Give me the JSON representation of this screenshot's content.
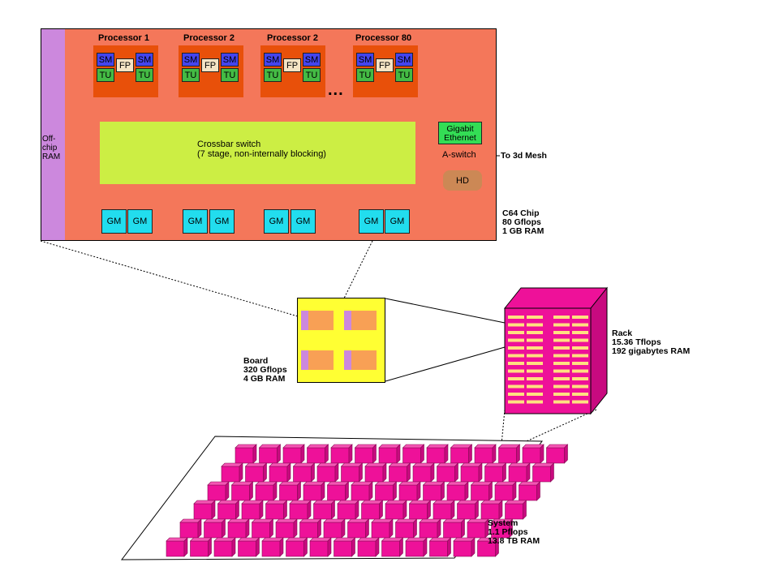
{
  "chip": {
    "offchip_ram": [
      "Off-",
      "chip",
      "RAM"
    ],
    "processors": [
      {
        "title": "Processor 1"
      },
      {
        "title": "Processor 2"
      },
      {
        "title": "Processor 2"
      },
      {
        "title": "Processor 80"
      }
    ],
    "unit_labels": {
      "sm": "SM",
      "fp": "FP",
      "tu": "TU"
    },
    "ellipsis": "...",
    "crossbar": {
      "line1": "Crossbar switch",
      "line2": "(7 stage, non-internally blocking)"
    },
    "gigabit": [
      "Gigabit",
      "Ethernet"
    ],
    "aswitch": "A-switch",
    "mesh": "To 3d Mesh",
    "hd": "HD",
    "gm_label": "GM",
    "info": [
      "C64 Chip",
      "80 Gflops",
      "1 GB RAM"
    ]
  },
  "board": {
    "info": [
      "Board",
      "320 Gflops",
      "4 GB RAM"
    ]
  },
  "rack": {
    "info": [
      "Rack",
      "15.36 Tflops",
      "192 gigabytes RAM"
    ]
  },
  "system": {
    "info": [
      "System",
      "1.1 Pflops",
      "13.8 TB RAM"
    ]
  },
  "colors": {
    "chip_bg": "#f4775a",
    "offchip": "#cc88dd",
    "crossbar": "#ccee44",
    "sm": "#4444ee",
    "tu": "#44bb44",
    "fp": "#f4e4c4",
    "gm": "#22ddee",
    "gigabit": "#33dd55",
    "hd": "#cc8855",
    "board": "#ffff33",
    "board_chip": "#f8a055",
    "rack": "#ee1199"
  }
}
